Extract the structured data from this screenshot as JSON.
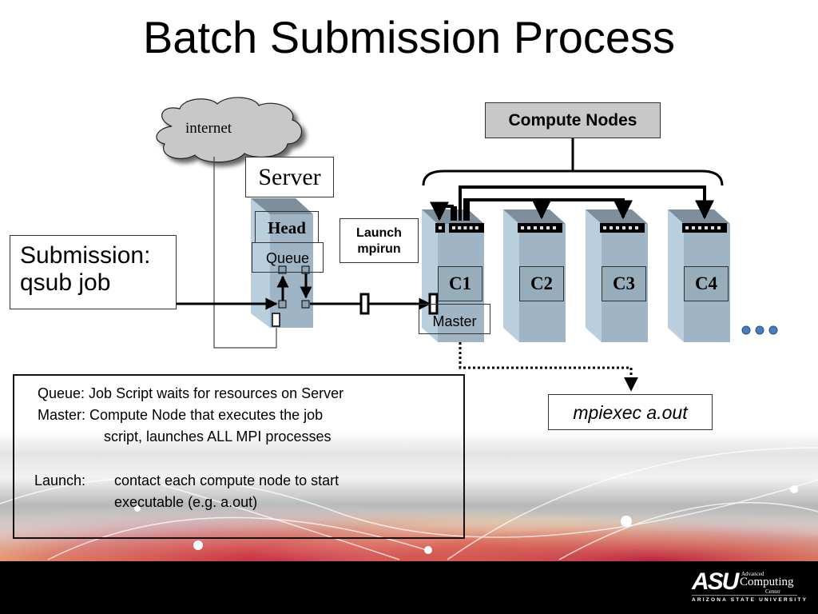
{
  "slide": {
    "title": "Batch Submission Process"
  },
  "diagram": {
    "cloud_label": "internet",
    "server_label": "Server",
    "head_label": "Head",
    "queue_label": "Queue",
    "launch_label_line1": "Launch",
    "launch_label_line2": "mpirun",
    "submission_line1": "Submission:",
    "submission_line2": "qsub job",
    "compute_nodes_label": "Compute Nodes",
    "master_label": "Master",
    "nodes": [
      {
        "label": "C1"
      },
      {
        "label": "C2"
      },
      {
        "label": "C3"
      },
      {
        "label": "C4"
      }
    ],
    "ellipsis_count": 3,
    "mpiexec_label": "mpiexec a.out"
  },
  "legend": {
    "queue_line": "Queue: Job Script waits for resources on Server",
    "master_line1": "Master: Compute Node that executes the job",
    "master_line2": "script, launches ALL MPI processes",
    "launch_term": "Launch:",
    "launch_line1": "contact each compute node to start",
    "launch_line2": "executable (e.g. a.out)"
  },
  "footer": {
    "logo_mark": "ASU",
    "logo_advanced": "Advanced",
    "logo_computing": "Computing",
    "logo_center": "Center",
    "logo_university": "ARIZONA STATE UNIVERSITY"
  },
  "colors": {
    "server_front": "#9fb4c4",
    "server_side": "#b9cfde",
    "server_top": "#7d8f9c",
    "compute_box_fill": "#c8c8c8",
    "footer_bg": "#000000",
    "dot_color": "#4a7cc0"
  }
}
